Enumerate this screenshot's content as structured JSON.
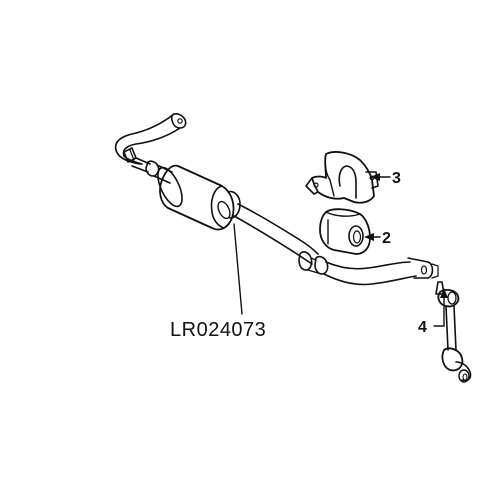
{
  "diagram": {
    "part_number": "LR024073",
    "callouts": [
      {
        "label": "2"
      },
      {
        "label": "3"
      },
      {
        "label": "4"
      }
    ]
  }
}
